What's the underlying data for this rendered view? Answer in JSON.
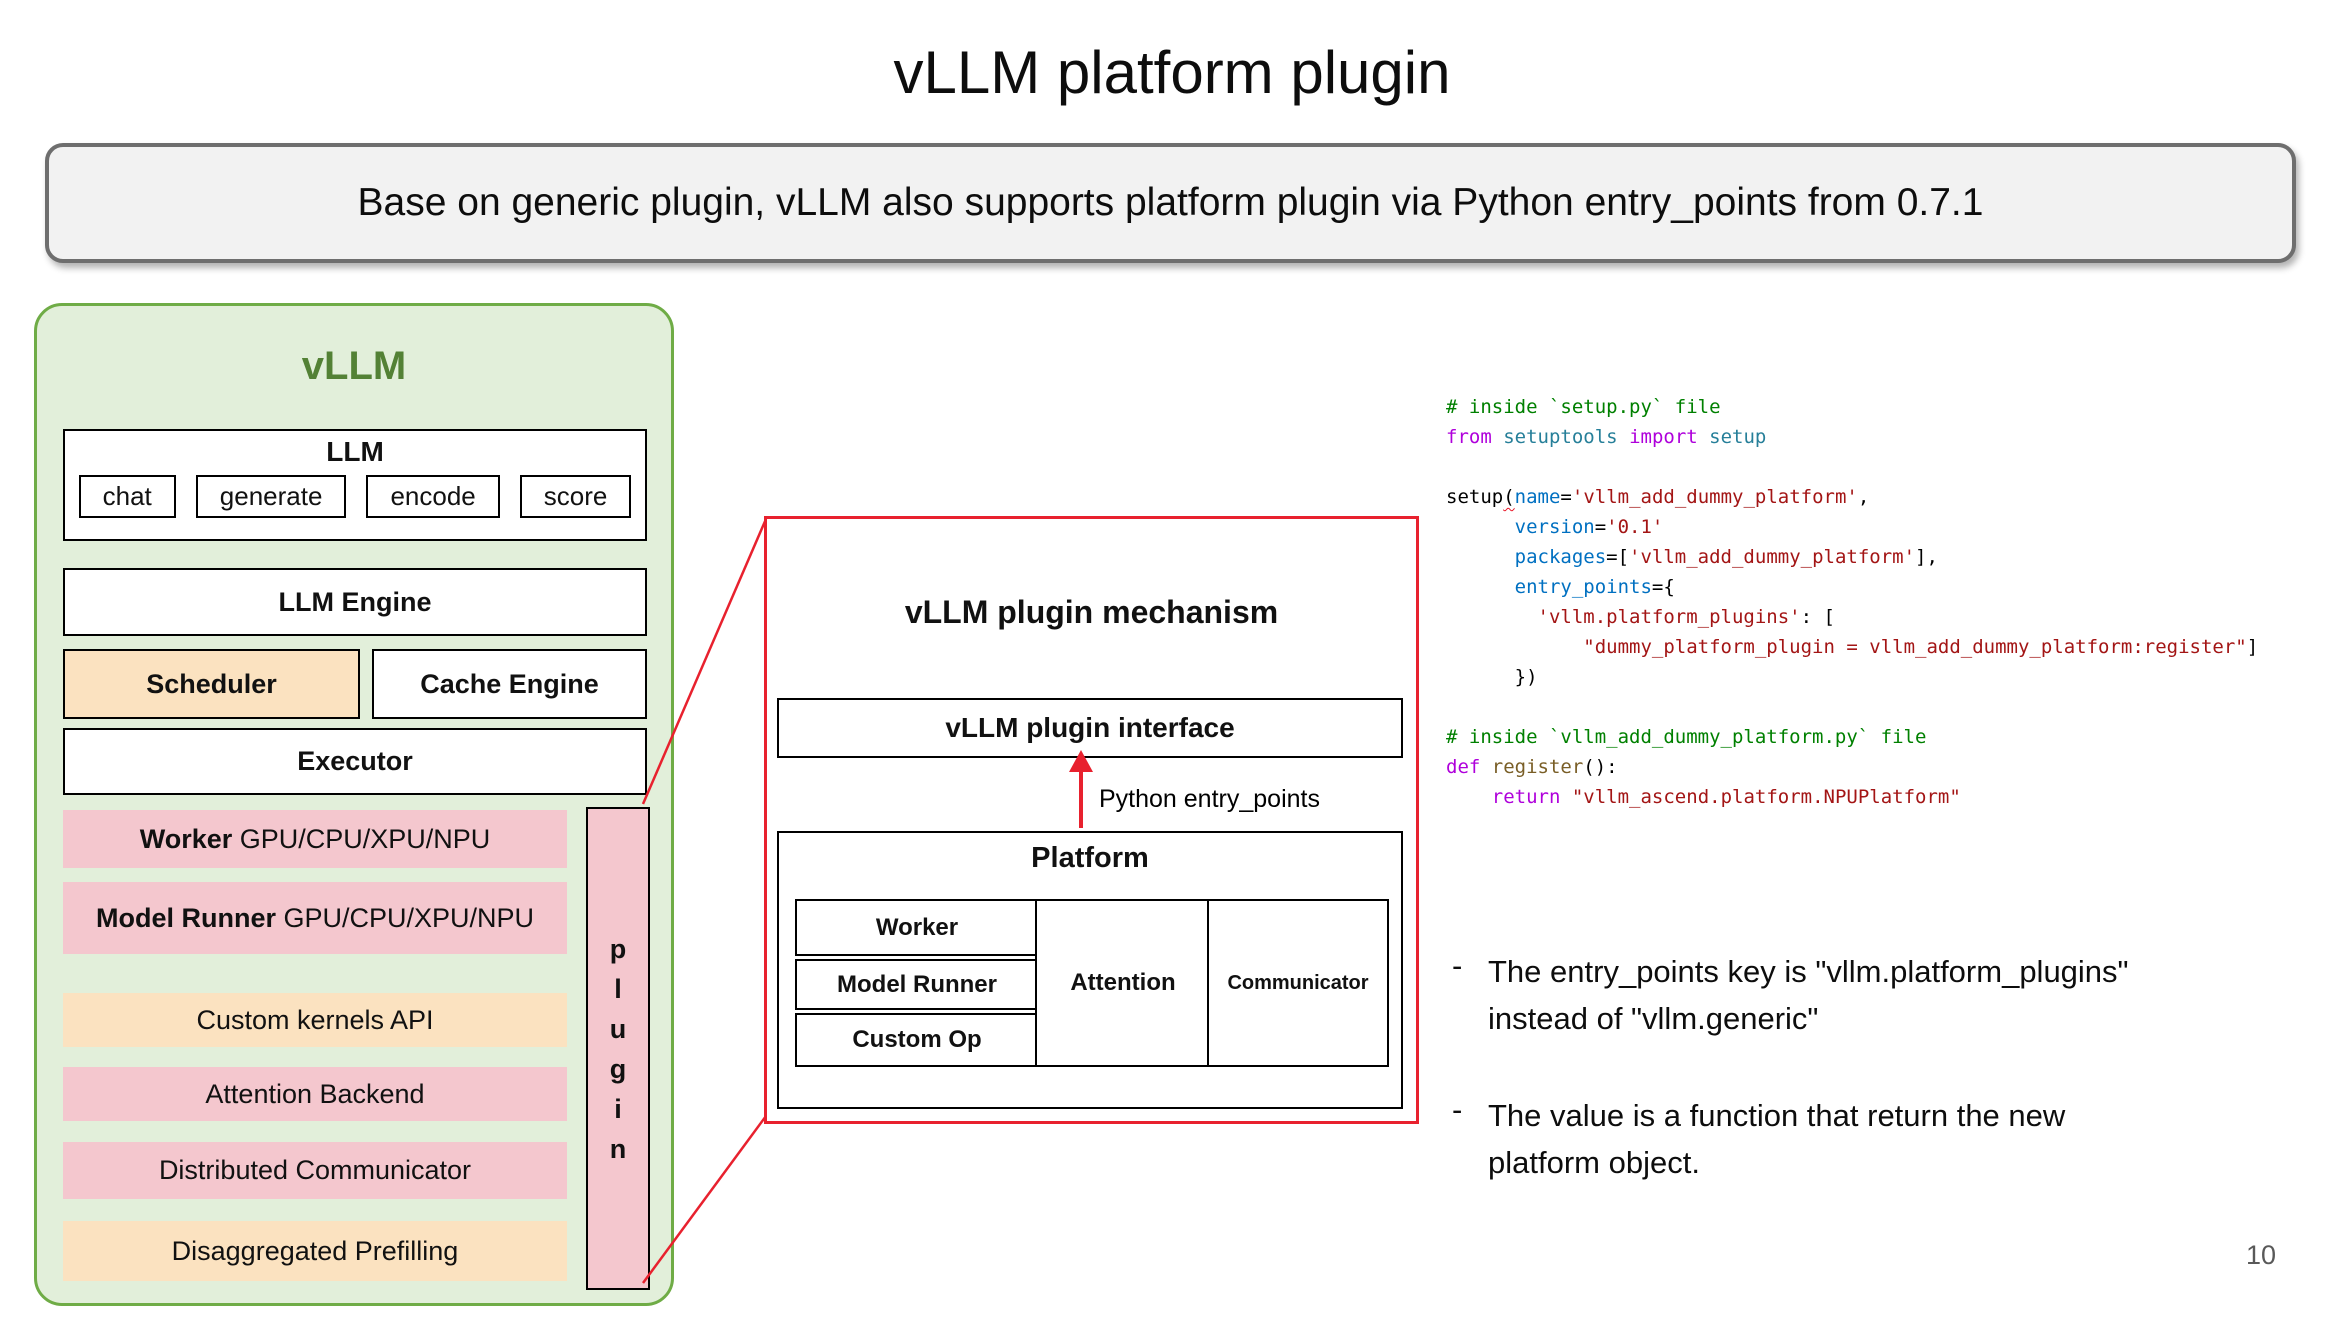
{
  "slide": {
    "title": "vLLM platform plugin",
    "banner": "Base on generic plugin, vLLM also supports platform plugin via Python entry_points from 0.7.1",
    "page_number": "10"
  },
  "colors": {
    "green_border": "#6fac46",
    "green_fill": "#e2efda",
    "green_text": "#538135",
    "orange_fill": "#fbe2c0",
    "pink_fill": "#f4c7ce",
    "red_accent": "#e8212e"
  },
  "architecture": {
    "title": "vLLM",
    "llm": {
      "label": "LLM",
      "methods": [
        "chat",
        "generate",
        "encode",
        "score"
      ]
    },
    "llm_engine": "LLM Engine",
    "scheduler": "Scheduler",
    "cache_engine": "Cache Engine",
    "executor": "Executor",
    "worker": {
      "bold": "Worker",
      "rest": " GPU/CPU/XPU/NPU"
    },
    "model_runner": {
      "bold": "Model Runner",
      "rest": " GPU/CPU/XPU/NPU"
    },
    "custom_kernels": "Custom kernels API",
    "attention_backend": "Attention Backend",
    "distributed_communicator": "Distributed Communicator",
    "disaggregated_prefilling": "Disaggregated Prefilling",
    "plugin_letters": [
      "p",
      "l",
      "u",
      "g",
      "i",
      "n"
    ]
  },
  "mechanism": {
    "title": "vLLM plugin mechanism",
    "interface_label": "vLLM plugin interface",
    "arrow_label": "Python entry_points",
    "platform": {
      "label": "Platform",
      "stack": [
        "Worker",
        "Model Runner",
        "Custom Op"
      ],
      "attention": "Attention",
      "communicator": "Communicator"
    }
  },
  "code": {
    "lines": [
      [
        {
          "c": "com",
          "t": "# inside `setup.py` file"
        }
      ],
      [
        {
          "c": "kw",
          "t": "from"
        },
        {
          "c": "plain",
          "t": " "
        },
        {
          "c": "mod",
          "t": "setuptools"
        },
        {
          "c": "plain",
          "t": " "
        },
        {
          "c": "kw",
          "t": "import"
        },
        {
          "c": "plain",
          "t": " "
        },
        {
          "c": "mod",
          "t": "setup"
        }
      ],
      [],
      [
        {
          "c": "plain",
          "t": "setup"
        },
        {
          "c": "err",
          "t": "("
        },
        {
          "c": "param",
          "t": "name"
        },
        {
          "c": "plain",
          "t": "="
        },
        {
          "c": "str",
          "t": "'vllm_add_dummy_platform'"
        },
        {
          "c": "plain",
          "t": ","
        }
      ],
      [
        {
          "c": "plain",
          "t": "      "
        },
        {
          "c": "param",
          "t": "version"
        },
        {
          "c": "plain",
          "t": "="
        },
        {
          "c": "str",
          "t": "'0.1'"
        }
      ],
      [
        {
          "c": "plain",
          "t": "      "
        },
        {
          "c": "param",
          "t": "packages"
        },
        {
          "c": "plain",
          "t": "=["
        },
        {
          "c": "str",
          "t": "'vllm_add_dummy_platform'"
        },
        {
          "c": "plain",
          "t": "],"
        }
      ],
      [
        {
          "c": "plain",
          "t": "      "
        },
        {
          "c": "param",
          "t": "entry_points"
        },
        {
          "c": "plain",
          "t": "={"
        }
      ],
      [
        {
          "c": "plain",
          "t": "        "
        },
        {
          "c": "str",
          "t": "'vllm.platform_plugins'"
        },
        {
          "c": "plain",
          "t": ": ["
        }
      ],
      [
        {
          "c": "plain",
          "t": "            "
        },
        {
          "c": "str",
          "t": "\"dummy_platform_plugin = vllm_add_dummy_platform:register\""
        },
        {
          "c": "plain",
          "t": "]"
        }
      ],
      [
        {
          "c": "plain",
          "t": "      })"
        }
      ],
      [],
      [
        {
          "c": "com",
          "t": "# inside `vllm_add_dummy_platform.py` file"
        }
      ],
      [
        {
          "c": "kw",
          "t": "def"
        },
        {
          "c": "plain",
          "t": " "
        },
        {
          "c": "fn",
          "t": "register"
        },
        {
          "c": "plain",
          "t": "():"
        }
      ],
      [
        {
          "c": "plain",
          "t": "    "
        },
        {
          "c": "kw",
          "t": "return"
        },
        {
          "c": "plain",
          "t": " "
        },
        {
          "c": "str",
          "t": "\"vllm_ascend.platform.NPUPlatform\""
        }
      ]
    ]
  },
  "notes": {
    "marker": "-",
    "bullets": [
      {
        "line1": "The entry_points key is \"vllm.platform_plugins\"",
        "line2": "instead of \"vllm.generic\""
      },
      {
        "line1": "The value is a function that return the new",
        "line2": "platform object."
      }
    ]
  }
}
